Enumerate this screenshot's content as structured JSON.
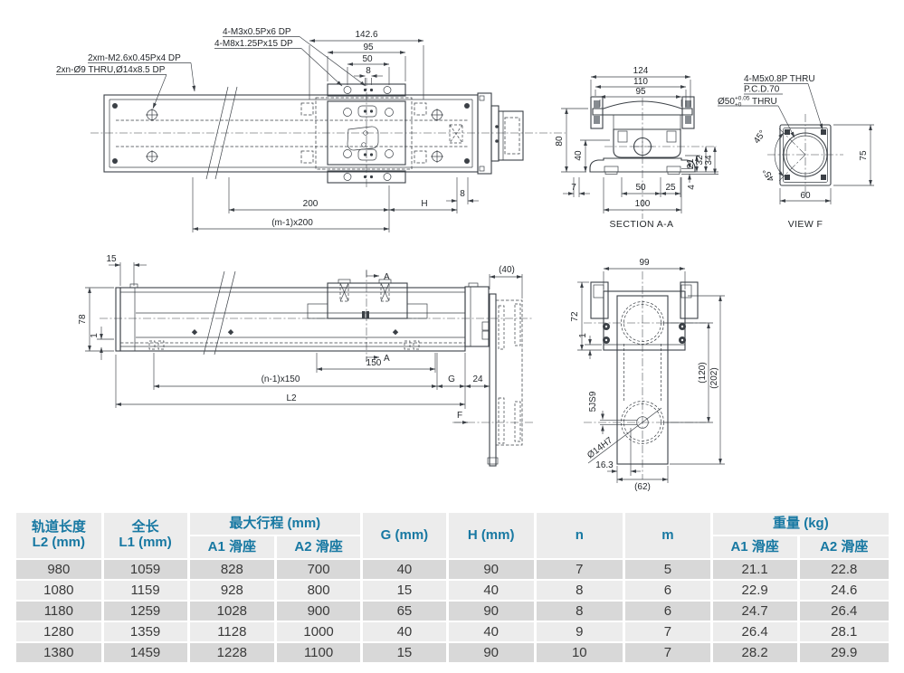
{
  "drawing": {
    "plan_view": {
      "leaders": {
        "m26": "2xm-M2.6x0.45Px4 DP",
        "o9": "2xn-Ø9 THRU,Ø14x8.5 DP",
        "m3": "4-M3x0.5Px6 DP",
        "m8": "4-M8x1.25Px15 DP"
      },
      "dims": {
        "w142": "142.6",
        "w95": "95",
        "w50": "50",
        "w8": "8",
        "p200": "200",
        "pm": "(m-1)x200",
        "ph": "H",
        "e8": "8"
      }
    },
    "section_aa": {
      "title": "SECTION A-A",
      "dims": {
        "w124": "124",
        "w110": "110",
        "w95": "95",
        "h80": "80",
        "h40": "40",
        "b7": "7",
        "b50": "50",
        "b25": "25",
        "b100": "100",
        "r21": "21",
        "r32": "32",
        "r34": "34",
        "r4": "4"
      }
    },
    "view_f": {
      "title": "VIEW F",
      "leaders": {
        "m5": "4-M5x0.8P THRU",
        "pcd": "P.C.D.70",
        "bore": "Ø50",
        "tol_hi": "+0.05",
        "tol_lo": "+0",
        "thru": "THRU"
      },
      "dims": {
        "a45a": "45°",
        "a45b": "45°",
        "h75": "75",
        "w60": "60"
      }
    },
    "side_view": {
      "dims": {
        "w15": "15",
        "h78": "78",
        "h1": "1",
        "p150": "150",
        "pn": "(n-1)x150",
        "l2": "L2",
        "g": "G",
        "w24": "24",
        "w40": "(40)"
      },
      "marks": {
        "a_top": "A",
        "a_bot": "A",
        "f": "F"
      }
    },
    "end_view": {
      "dims": {
        "w99": "99",
        "h72": "72",
        "h1": "1",
        "h120": "(120)",
        "h202": "(202)",
        "key": "5JS9",
        "bore": "Ø14H7",
        "w163": "16.3",
        "w62": "(62)"
      }
    }
  },
  "table": {
    "headers": {
      "rail_length_1": "轨道长度",
      "rail_length_2": "L2 (mm)",
      "total_length_1": "全长",
      "total_length_2": "L1 (mm)",
      "max_stroke": "最大行程 (mm)",
      "stroke_a1": "A1 滑座",
      "stroke_a2": "A2 滑座",
      "g": "G (mm)",
      "h": "H (mm)",
      "n": "n",
      "m": "m",
      "weight": "重量 (kg)",
      "weight_a1": "A1 滑座",
      "weight_a2": "A2 滑座"
    },
    "rows": [
      [
        "980",
        "1059",
        "828",
        "700",
        "40",
        "90",
        "7",
        "5",
        "21.1",
        "22.8"
      ],
      [
        "1080",
        "1159",
        "928",
        "800",
        "15",
        "40",
        "8",
        "6",
        "22.9",
        "24.6"
      ],
      [
        "1180",
        "1259",
        "1028",
        "900",
        "65",
        "90",
        "8",
        "6",
        "24.7",
        "26.4"
      ],
      [
        "1280",
        "1359",
        "1128",
        "1000",
        "40",
        "40",
        "9",
        "7",
        "26.4",
        "28.1"
      ],
      [
        "1380",
        "1459",
        "1228",
        "1100",
        "15",
        "90",
        "10",
        "7",
        "28.2",
        "29.9"
      ]
    ]
  },
  "colors": {
    "accent": "#1778a2",
    "row_dark": "#d8d8d8",
    "row_light": "#ececec",
    "line": "#3b4046"
  }
}
